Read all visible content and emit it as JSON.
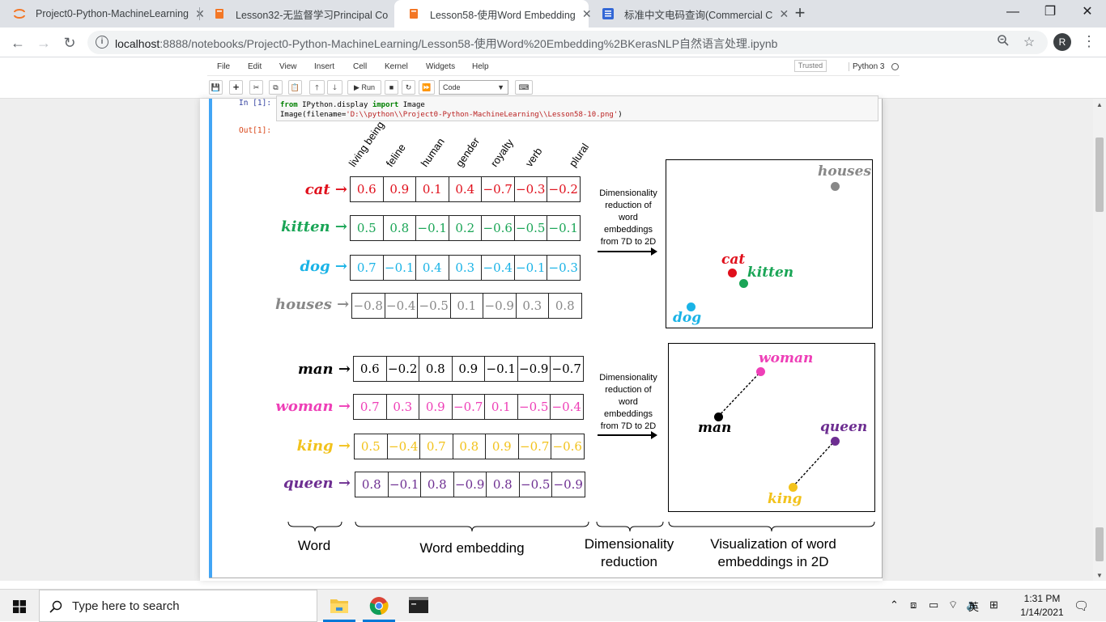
{
  "browser": {
    "tabs": [
      {
        "title": "Project0-Python-MachineLearning",
        "icon": "jupyter-icon",
        "active": false
      },
      {
        "title": "Lesson32-无监督学习Principal Co",
        "icon": "notebook-icon",
        "active": false
      },
      {
        "title": "Lesson58-使用Word Embedding",
        "icon": "notebook-icon",
        "active": true
      },
      {
        "title": "标准中文电码查询(Commercial C",
        "icon": "code-table-icon",
        "active": false
      }
    ],
    "url_host": "localhost",
    "url_path": ":8888/notebooks/Project0-Python-MachineLearning/Lesson58-使用Word%20Embedding%2BKerasNLP自然语言处理.ipynb",
    "avatar_letter": "R"
  },
  "jupyter": {
    "menu": [
      "File",
      "Edit",
      "View",
      "Insert",
      "Cell",
      "Kernel",
      "Widgets",
      "Help"
    ],
    "trusted": "Trusted",
    "kernel": "Python 3",
    "run_label": "Run",
    "cell_type": "Code",
    "in_prompt": "In [1]:",
    "out_prompt": "Out[1]:",
    "code_line1_kw1": "from",
    "code_line1_mod": " IPython.display ",
    "code_line1_kw2": "import",
    "code_line1_name": " Image",
    "code_line2_pre": "Image(filename=",
    "code_line2_str": "'D:\\\\python\\\\Project0-Python-MachineLearning\\\\Lesson58-10.png'",
    "code_line2_post": ")"
  },
  "figure": {
    "attributes": [
      "living being",
      "feline",
      "human",
      "gender",
      "royalty",
      "verb",
      "plural"
    ],
    "group1": [
      {
        "word": "cat",
        "color": "#e0101c",
        "values": [
          "0.6",
          "0.9",
          "0.1",
          "0.4",
          "−0.7",
          "−0.3",
          "−0.2"
        ]
      },
      {
        "word": "kitten",
        "color": "#1aa556",
        "values": [
          "0.5",
          "0.8",
          "−0.1",
          "0.2",
          "−0.6",
          "−0.5",
          "−0.1"
        ]
      },
      {
        "word": "dog",
        "color": "#1ab3e6",
        "values": [
          "0.7",
          "−0.1",
          "0.4",
          "0.3",
          "−0.4",
          "−0.1",
          "−0.3"
        ]
      },
      {
        "word": "houses",
        "color": "#888888",
        "values": [
          "−0.8",
          "−0.4",
          "−0.5",
          "0.1",
          "−0.9",
          "0.3",
          "0.8"
        ]
      }
    ],
    "group2": [
      {
        "word": "man",
        "color": "#000000",
        "values": [
          "0.6",
          "−0.2",
          "0.8",
          "0.9",
          "−0.1",
          "−0.9",
          "−0.7"
        ]
      },
      {
        "word": "woman",
        "color": "#ee3fb7",
        "values": [
          "0.7",
          "0.3",
          "0.9",
          "−0.7",
          "0.1",
          "−0.5",
          "−0.4"
        ]
      },
      {
        "word": "king",
        "color": "#f2c21b",
        "values": [
          "0.5",
          "−0.4",
          "0.7",
          "0.8",
          "0.9",
          "−0.7",
          "−0.6"
        ]
      },
      {
        "word": "queen",
        "color": "#6d2e91",
        "values": [
          "0.8",
          "−0.1",
          "0.8",
          "−0.9",
          "0.8",
          "−0.5",
          "−0.9"
        ]
      }
    ],
    "dimred_text": [
      "Dimensionality",
      "reduction of",
      "word",
      "embeddings",
      "from 7D to 2D"
    ],
    "viz1_labels": {
      "houses": "houses",
      "cat": "cat",
      "kitten": "kitten",
      "dog": "dog"
    },
    "viz2_labels": {
      "woman": "woman",
      "man": "man",
      "queen": "queen",
      "king": "king"
    },
    "braces": [
      "Word",
      "Word embedding",
      "Dimensionality reduction",
      "Visualization of word embeddings  in 2D"
    ]
  },
  "taskbar": {
    "search_placeholder": "Type here to search",
    "ime": "英",
    "time": "1:31 PM",
    "date": "1/14/2021"
  }
}
